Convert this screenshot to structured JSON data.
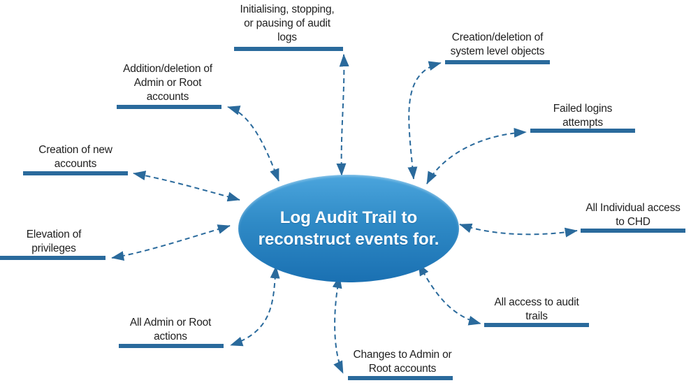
{
  "diagram": {
    "center": {
      "title": "Log Audit Trail to\nreconstruct events for."
    },
    "nodes": [
      {
        "id": "initialising-stopping-pausing-audit-logs",
        "label": "Initialising, stopping,\nor pausing of audit\nlogs"
      },
      {
        "id": "creation-deletion-system-level-objects",
        "label": "Creation/deletion of\nsystem level objects"
      },
      {
        "id": "failed-logins-attempts",
        "label": "Failed logins\nattempts"
      },
      {
        "id": "all-individual-access-to-chd",
        "label": "All Individual access\nto CHD"
      },
      {
        "id": "all-access-to-audit-trails",
        "label": "All access to audit\ntrails"
      },
      {
        "id": "changes-to-admin-or-root-accounts",
        "label": "Changes to Admin or\nRoot accounts"
      },
      {
        "id": "all-admin-or-root-actions",
        "label": "All Admin or Root\nactions"
      },
      {
        "id": "elevation-of-privileges",
        "label": "Elevation of\nprivileges"
      },
      {
        "id": "creation-of-new-accounts",
        "label": "Creation of new\naccounts"
      },
      {
        "id": "addition-deletion-admin-root-accounts",
        "label": "Addition/deletion of\nAdmin or Root\naccounts"
      }
    ],
    "colors": {
      "connector_line": "#2a6a9c",
      "ellipse_top": "#4ba5dd",
      "ellipse_bottom": "#1a70b2",
      "label_text": "#1f1f1f",
      "title_text": "#ffffff"
    }
  }
}
